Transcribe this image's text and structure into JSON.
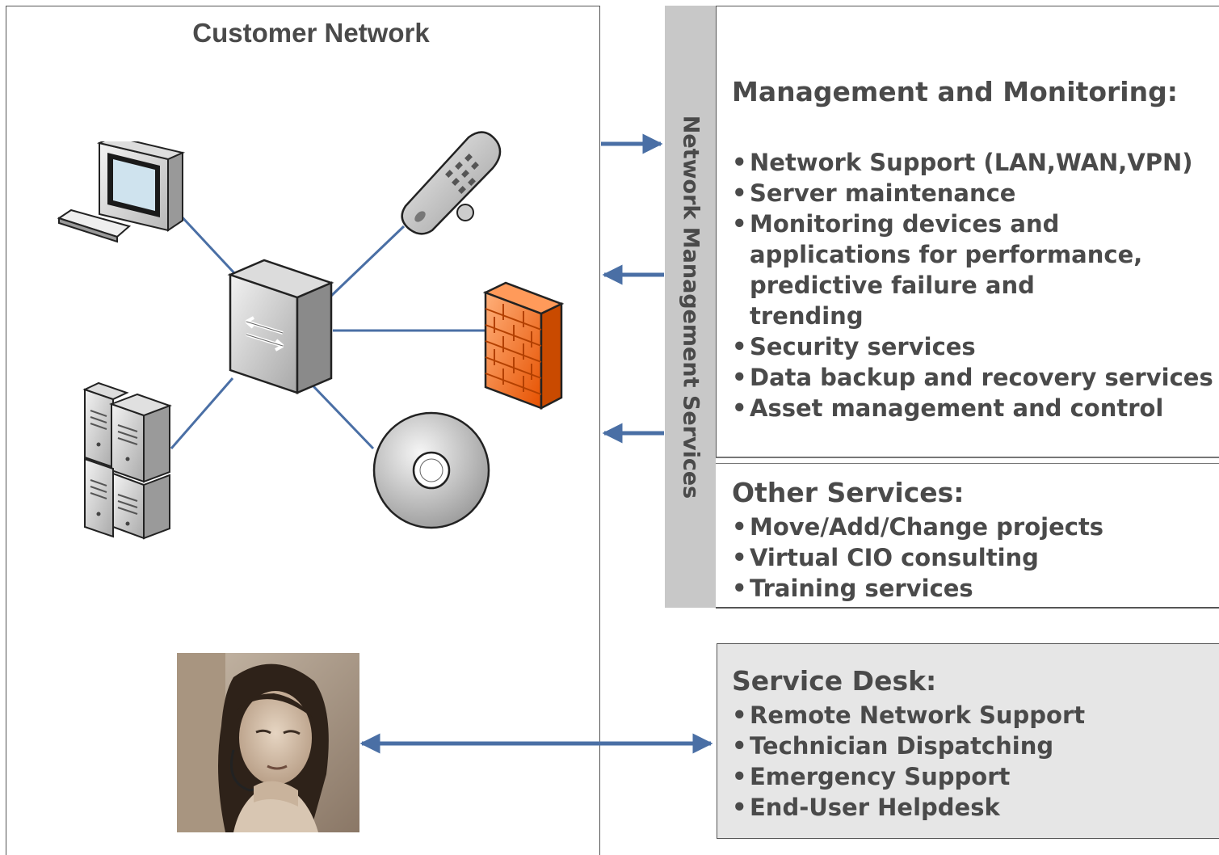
{
  "customer_network": {
    "title": "Customer Network"
  },
  "nms": {
    "label": "Network Management Services"
  },
  "management": {
    "heading": "Management and Monitoring:",
    "items": [
      "Network Support (LAN,WAN,VPN)",
      "Server maintenance",
      "Monitoring devices and applications for performance, predictive failure and trending",
      "Security services",
      "Data backup and recovery services",
      "Asset management and control"
    ]
  },
  "other_services": {
    "heading": "Other Services:",
    "items": [
      "Move/Add/Change projects",
      "Virtual CIO consulting",
      "Training services"
    ]
  },
  "service_desk": {
    "heading": "Service Desk:",
    "items": [
      "Remote Network Support",
      "Technician Dispatching",
      "Emergency Support",
      "End-User Helpdesk"
    ]
  },
  "icons": [
    "desktop-computer-icon",
    "mobile-phone-icon",
    "network-switch-icon",
    "firewall-icon",
    "optical-disc-icon",
    "server-rack-icon",
    "support-agent-photo"
  ],
  "colors": {
    "link": "#4a6fa5",
    "text": "#4a4a4a",
    "bar": "#c8c8c8",
    "desk_bg": "#e6e6e6",
    "firewall": "#f26522"
  }
}
